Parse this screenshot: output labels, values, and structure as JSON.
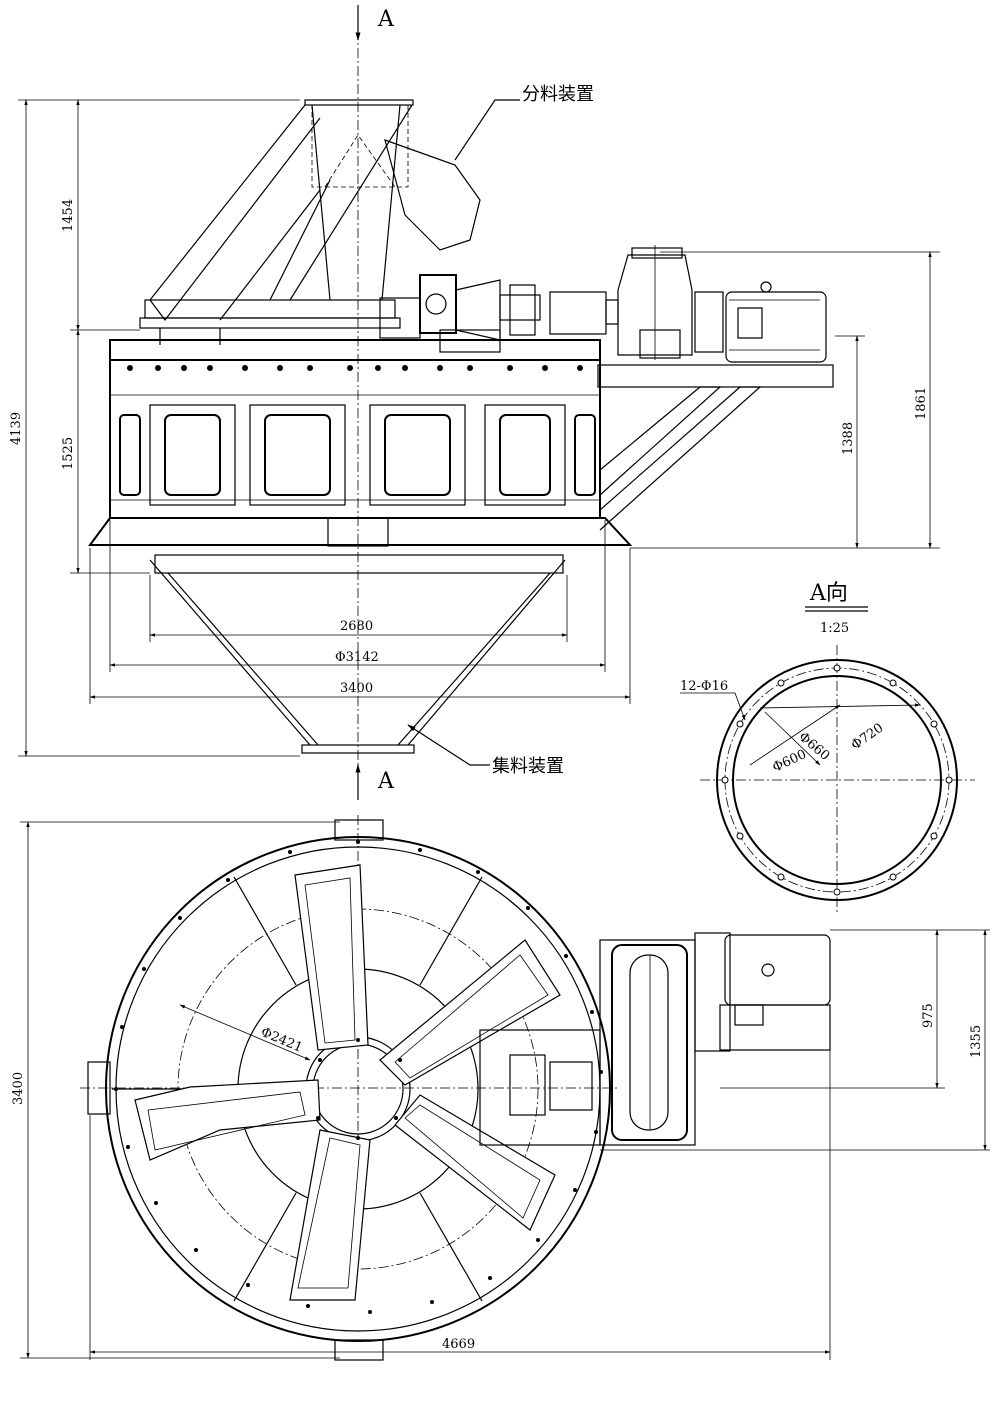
{
  "section_marks": {
    "top": "A",
    "bottom": "A"
  },
  "labels": {
    "distributor": "分料装置",
    "collector": "集料装置"
  },
  "dimensions": {
    "overall_height": "4139",
    "upper_height": "1454",
    "body_height": "1525",
    "bracket_height": "1388",
    "drive_height": "1861",
    "cone_width": "2680",
    "body_diameter": "Φ3142",
    "overall_width": "3400",
    "plan_height": "3400",
    "plan_width": "4669",
    "inner_diameter": "Φ2421",
    "motor_offset": "975",
    "drive_offset": "1355"
  },
  "view_a": {
    "title": "A向",
    "scale": "1:25",
    "holes": "12-Φ16",
    "d_outer": "Φ720",
    "d_bolt": "Φ660",
    "d_inner": "Φ600"
  }
}
